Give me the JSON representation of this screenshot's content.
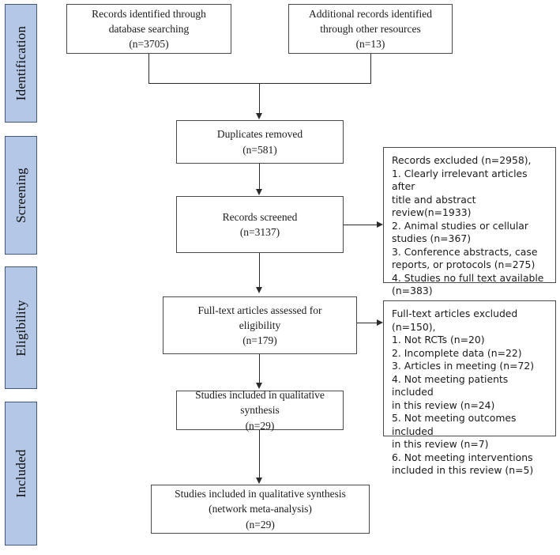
{
  "diagram": {
    "title": "PRISMA study selection flow diagram",
    "accent_color": "#b4c7e7",
    "accent_border_color": "#41577c",
    "box_border_color": "#4a4a4a",
    "connector_color": "#2b2b2b"
  },
  "stages": [
    {
      "id": "identification",
      "label": "Identification"
    },
    {
      "id": "screening",
      "label": "Screening"
    },
    {
      "id": "eligibility",
      "label": "Eligibility"
    },
    {
      "id": "included",
      "label": "Included"
    }
  ],
  "boxes": {
    "records_database": {
      "text": "Records identified through\ndatabase searching\n(n=3705)",
      "n": 3705
    },
    "records_other": {
      "text": "Additional records identified\nthrough other resources\n(n=13)",
      "n": 13
    },
    "duplicates_removed": {
      "text": "Duplicates removed\n(n=581)",
      "n": 581
    },
    "records_screened": {
      "text": "Records screened\n(n=3137)",
      "n": 3137
    },
    "records_excluded": {
      "text": "Records excluded (n=2958),\n1. Clearly irrelevant articles after\ntitle and abstract review(n=1933)\n2. Animal studies or cellular\nstudies (n=367)\n3. Conference abstracts, case\nreports, or protocols (n=275)\n4. Studies no full text available\n(n=383)",
      "n": 2958,
      "reasons": [
        {
          "index": 1,
          "reason": "Clearly irrelevant articles after title and abstract review",
          "n": 1933
        },
        {
          "index": 2,
          "reason": "Animal studies or cellular studies",
          "n": 367
        },
        {
          "index": 3,
          "reason": "Conference abstracts, case reports, or protocols",
          "n": 275
        },
        {
          "index": 4,
          "reason": "Studies no full text available",
          "n": 383
        }
      ]
    },
    "fulltext_assessed": {
      "text": "Full-text articles assessed for\neligibility\n(n=179)",
      "n": 179
    },
    "fulltext_excluded": {
      "text": "Full-text articles excluded (n=150),\n1. Not RCTs (n=20)\n2. Incomplete data (n=22)\n3. Articles in meeting (n=72)\n4. Not meeting patients included\nin this review (n=24)\n5. Not meeting outcomes included\nin this review (n=7)\n6. Not meeting interventions\nincluded in this review (n=5)",
      "n": 150,
      "reasons": [
        {
          "index": 1,
          "reason": "Not RCTs",
          "n": 20
        },
        {
          "index": 2,
          "reason": "Incomplete data",
          "n": 22
        },
        {
          "index": 3,
          "reason": "Articles in meeting",
          "n": 72
        },
        {
          "index": 4,
          "reason": "Not meeting patients included in this review",
          "n": 24
        },
        {
          "index": 5,
          "reason": "Not meeting outcomes included in this review",
          "n": 7
        },
        {
          "index": 6,
          "reason": "Not meeting interventions included in this review",
          "n": 5
        }
      ]
    },
    "qualitative_synthesis": {
      "text": "Studies included in qualitative\nsynthesis\n(n=29)",
      "n": 29
    },
    "network_meta_analysis": {
      "text": "Studies included in qualitative synthesis\n(network meta-analysis)\n(n=29)",
      "n": 29
    }
  }
}
